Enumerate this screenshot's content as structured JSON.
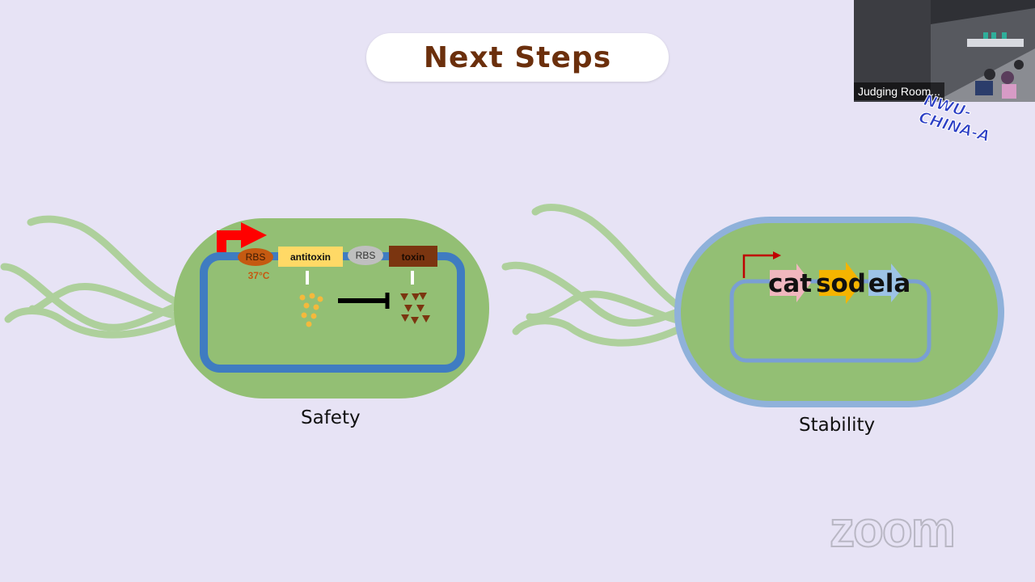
{
  "slide": {
    "title": "Next Steps",
    "safety": {
      "caption": "Safety",
      "parts": {
        "rbs1": "RBS",
        "temperature": "37°C",
        "antitoxin": "antitoxin",
        "rbs2": "RBS",
        "toxin": "toxin"
      }
    },
    "stability": {
      "caption": "Stability",
      "genes": [
        "cat",
        "sod",
        "ela"
      ]
    }
  },
  "overlay": {
    "participant_name": "Judging Room...",
    "team_logo_text": "NWU-CHINA-A",
    "app_watermark": "zoom"
  },
  "colors": {
    "background": "#e7e3f5",
    "cell_fill": "#93bf74",
    "plasmid_blue": "#3f7cc1",
    "title_brown": "#6b2f0c",
    "promoter_red": "#ff0000",
    "antitoxin_yellow": "#ffd966",
    "toxin_brown": "#7b3510",
    "rbs_orange": "#c55a11",
    "rbs_gray": "#bfbfbf"
  }
}
